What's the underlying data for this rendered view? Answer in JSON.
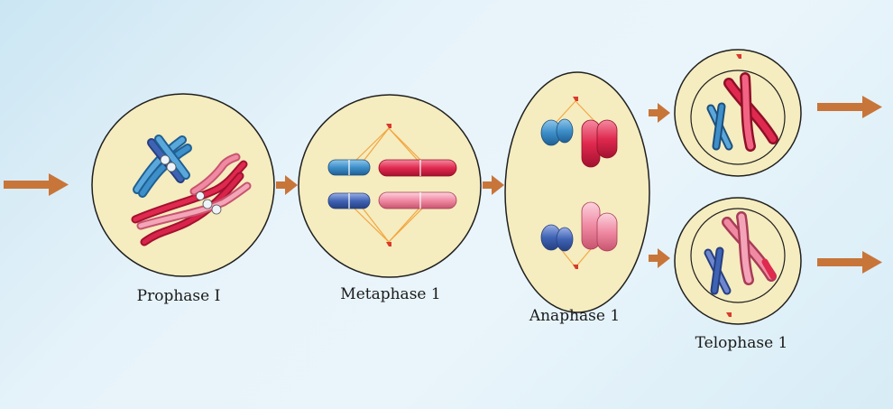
{
  "colors": {
    "background": "#dff0f8",
    "cell_fill": "#f5ecbf",
    "cell_stroke": "#1f1f1f",
    "arrow": "#c8753a",
    "chromosome_blue": "#3d8fc9",
    "chromosome_dark_blue": "#3f63b4",
    "chromosome_red": "#e0294f",
    "chromosome_pink": "#f08aa3",
    "spindle": "#f2a640",
    "centriole": "#d93a2c"
  },
  "stages": [
    {
      "label": "Prophase I"
    },
    {
      "label": "Metaphase 1"
    },
    {
      "label": "Anaphase 1"
    },
    {
      "label": "Telophase 1"
    }
  ]
}
